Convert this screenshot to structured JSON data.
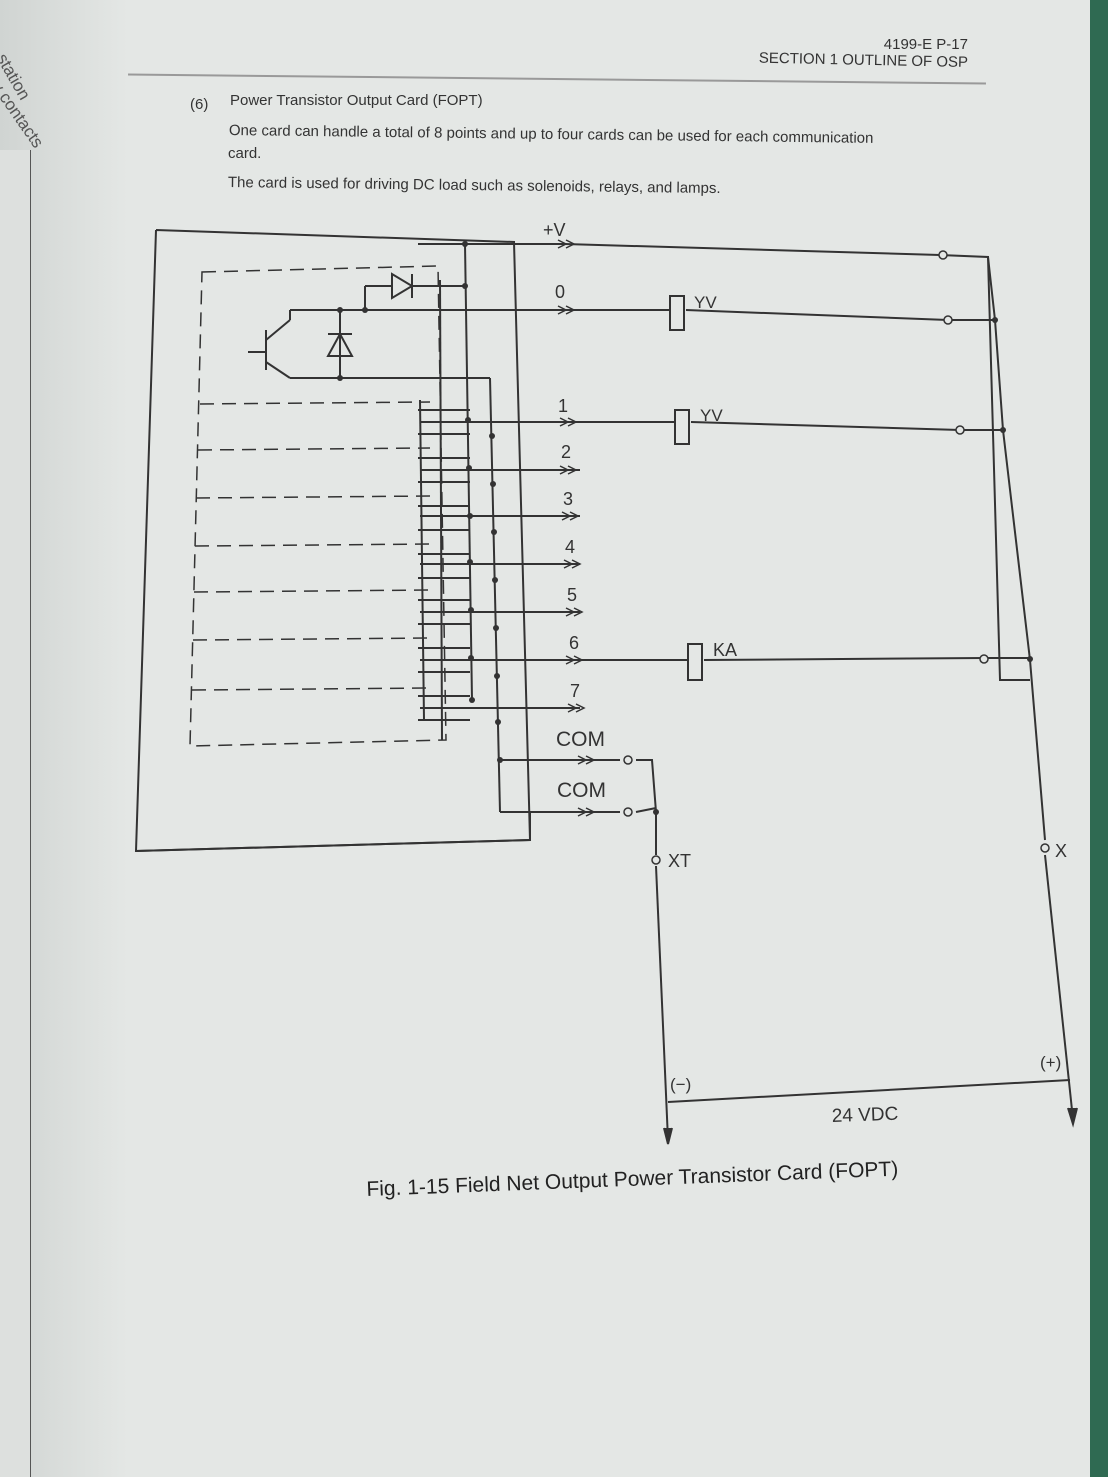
{
  "prev_page": {
    "line1": "e station",
    "line2": "ay contacts"
  },
  "header": {
    "page_id": "4199-E  P-17",
    "section": "SECTION 1  OUTLINE OF OSP"
  },
  "section": {
    "number": "(6)",
    "title": "Power Transistor Output Card (FOPT)",
    "para1_line1": "One card can handle a total of 8 points and up to four cards can be used for each communication",
    "para1_line2": "card.",
    "para2": "The card is used for driving DC load such as solenoids, relays, and lamps."
  },
  "diagram": {
    "terminal_plus_v": "+V",
    "terminals": [
      "0",
      "1",
      "2",
      "3",
      "4",
      "5",
      "6",
      "7"
    ],
    "com_labels": [
      "COM",
      "COM"
    ],
    "loads": [
      "YV",
      "YV",
      "KA"
    ],
    "xt_label": "XT",
    "x_label": "X",
    "negative_label": "(−)",
    "positive_label": "(+)",
    "supply_label": "24 VDC"
  },
  "caption": "Fig. 1-15  Field Net Output Power Transistor Card (FOPT)"
}
